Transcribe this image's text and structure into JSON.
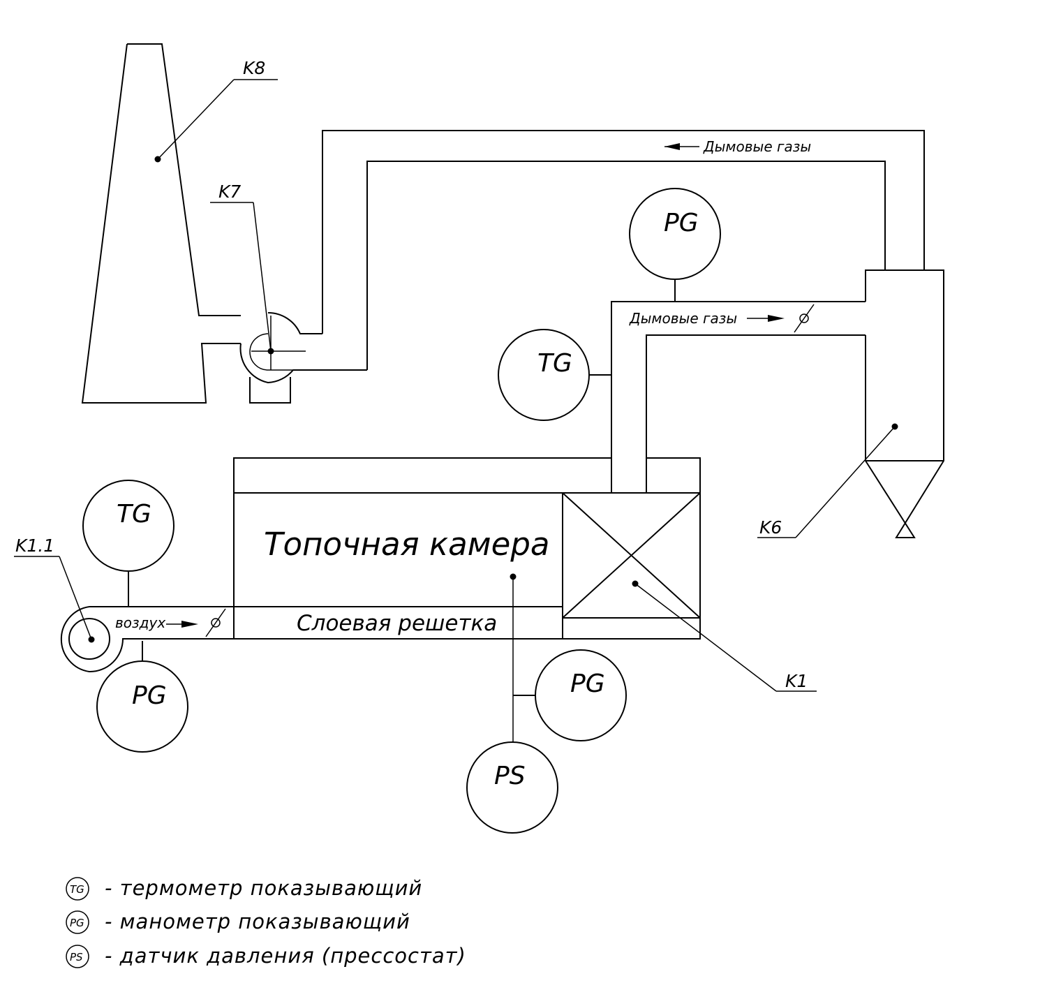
{
  "labels": {
    "k8": "K8",
    "k7": "K7",
    "k6": "K6",
    "k1": "K1",
    "k1_1": "K1.1",
    "flue_gas_top": "Дымовые газы",
    "flue_gas_mid": "Дымовые газы",
    "air": "воздух",
    "furnace": "Топочная камера",
    "grate": "Слоевая решетка"
  },
  "instruments": {
    "pg_top": "PG",
    "tg_mid": "TG",
    "tg_left": "TG",
    "pg_left": "PG",
    "pg_bottom": "PG",
    "ps_bottom": "PS"
  },
  "legend": [
    {
      "symbol": "TG",
      "text": "- термометр показывающий"
    },
    {
      "symbol": "PG",
      "text": "- манометр показывающий"
    },
    {
      "symbol": "PS",
      "text": "- датчик давления (прессостат)"
    }
  ],
  "colors": {
    "line": "#000000",
    "background": "#ffffff"
  }
}
